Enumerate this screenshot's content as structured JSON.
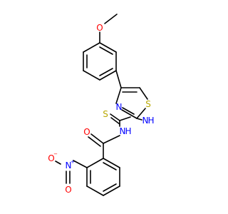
{
  "molecule": {
    "colors": {
      "bond": "#000000",
      "oxygen": "#ff0000",
      "nitrogen": "#0000ff",
      "sulfur": "#b8a800",
      "carbon": "#000000",
      "background": "#ffffff"
    },
    "atoms": [
      {
        "id": "o-methoxy",
        "label": "O",
        "element": "oxygen"
      },
      {
        "id": "s-thiazole",
        "label": "S",
        "element": "sulfur"
      },
      {
        "id": "n-thiazole",
        "label": "N",
        "element": "nitrogen"
      },
      {
        "id": "nh-upper",
        "label": "H",
        "h_label": "N",
        "element": "nitrogen"
      },
      {
        "id": "s-thione",
        "label": "S",
        "element": "sulfur"
      },
      {
        "id": "nh-lower",
        "label": "H",
        "h_label": "N",
        "element": "nitrogen"
      },
      {
        "id": "o-carbonyl",
        "label": "O",
        "element": "oxygen"
      },
      {
        "id": "n-nitro",
        "label": "N",
        "charge": "+",
        "element": "nitrogen"
      },
      {
        "id": "o-nitro-left",
        "label": "O",
        "charge": "−",
        "element": "oxygen"
      },
      {
        "id": "o-nitro-down",
        "label": "O",
        "element": "oxygen"
      }
    ]
  }
}
